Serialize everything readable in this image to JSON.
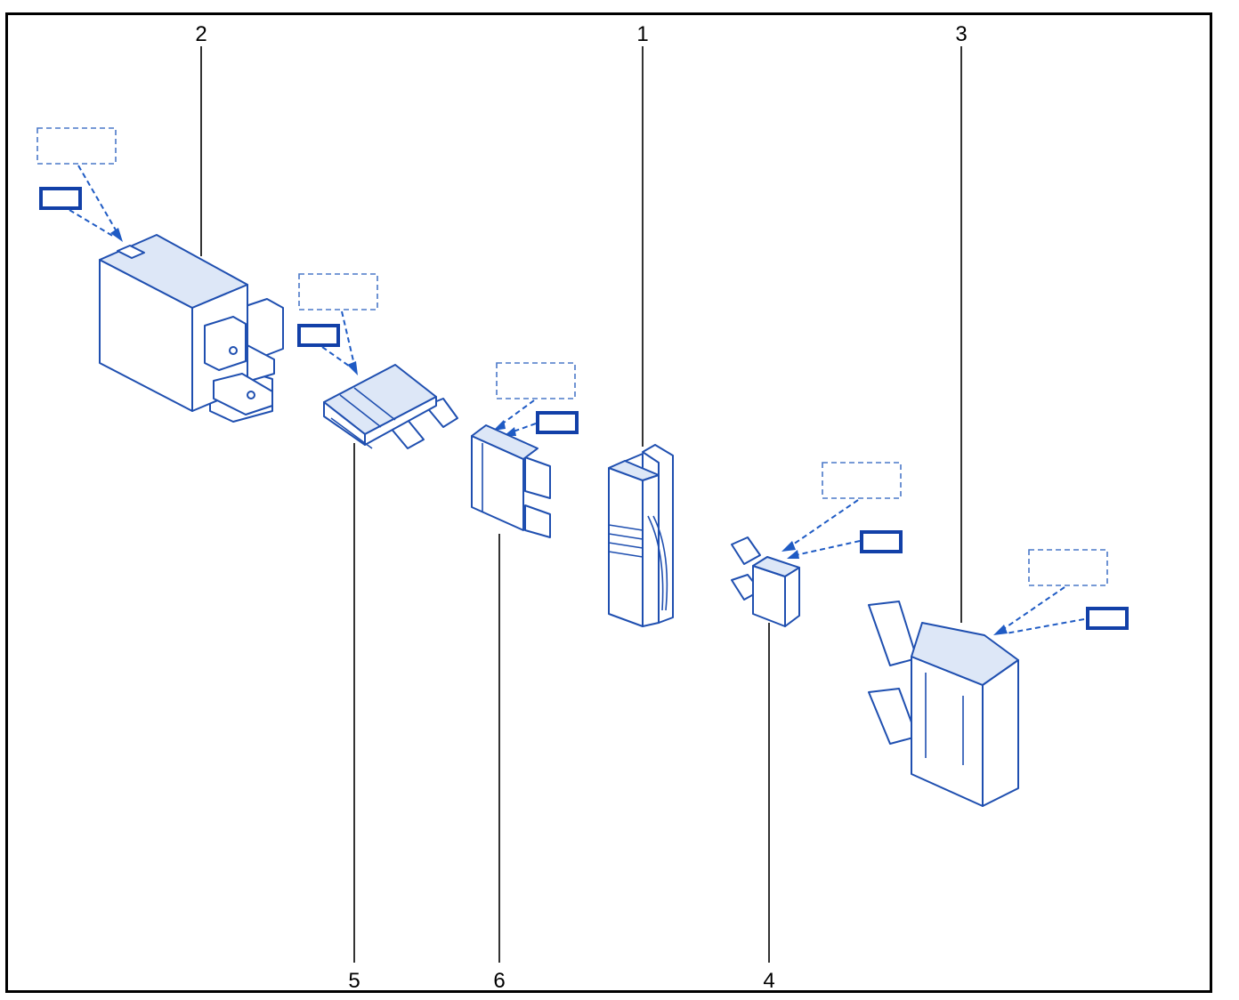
{
  "diagram": {
    "colors": {
      "frame": "#000000",
      "leader": "#000000",
      "outline": "#1f4fb0",
      "shade": "#dde7f7",
      "tag": "#1240a8",
      "dash": "#4a78c8"
    },
    "callouts": [
      {
        "id": "1",
        "label": "1",
        "part": "fuse-puller"
      },
      {
        "id": "2",
        "label": "2",
        "part": "relay"
      },
      {
        "id": "3",
        "label": "3",
        "part": "maxi-fuse"
      },
      {
        "id": "4",
        "label": "4",
        "part": "mini-fuse"
      },
      {
        "id": "5",
        "label": "5",
        "part": "low-profile-fuse"
      },
      {
        "id": "6",
        "label": "6",
        "part": "standard-blade-fuse"
      }
    ]
  }
}
